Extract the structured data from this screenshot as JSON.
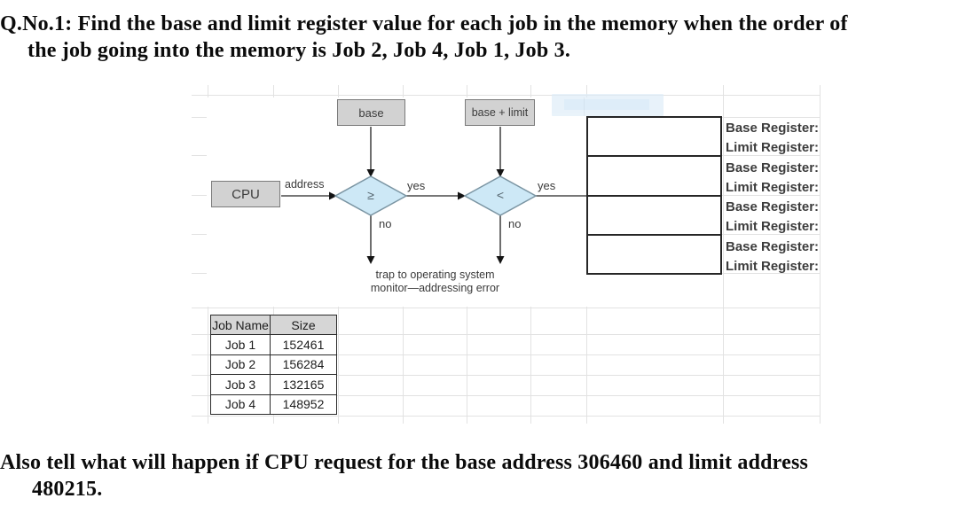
{
  "question": {
    "line1": "Q.No.1: Find the base and limit register value for each job in the memory when the order of",
    "line2": "the job going into the memory is Job 2, Job 4, Job 1, Job 3."
  },
  "flowchart": {
    "cpu": "CPU",
    "address": "address",
    "base_box": "base",
    "base_limit_box": "base + limit",
    "check1_symbol": "≥",
    "check2_symbol": "<",
    "yes1": "yes",
    "no1": "no",
    "yes2": "yes",
    "no2": "no",
    "trap_line1": "trap to operating system",
    "trap_line2": "monitor—addressing error"
  },
  "registers": {
    "labels": [
      "Base Register:",
      "Limit Register:",
      "Base Register:",
      "Limit Register:",
      "Base Register:",
      "Limit Register:",
      "Base Register:",
      "Limit Register:"
    ]
  },
  "job_table": {
    "headers": [
      "Job Name",
      "Size"
    ],
    "rows": [
      [
        "Job 1",
        "152461"
      ],
      [
        "Job 2",
        "156284"
      ],
      [
        "Job 3",
        "132165"
      ],
      [
        "Job 4",
        "148952"
      ]
    ]
  },
  "footer": {
    "line1": "Also tell what will happen if CPU request for the base address 306460 and limit address",
    "line2": "480215."
  },
  "colors": {
    "diamond_fill": "#cde8f6",
    "diamond_border": "#7b95a3",
    "box_fill": "#d2d2d2",
    "box_border": "#7a7a7a",
    "grid_line": "#e2e2e2",
    "table_header_fill": "#d6d6d6"
  }
}
